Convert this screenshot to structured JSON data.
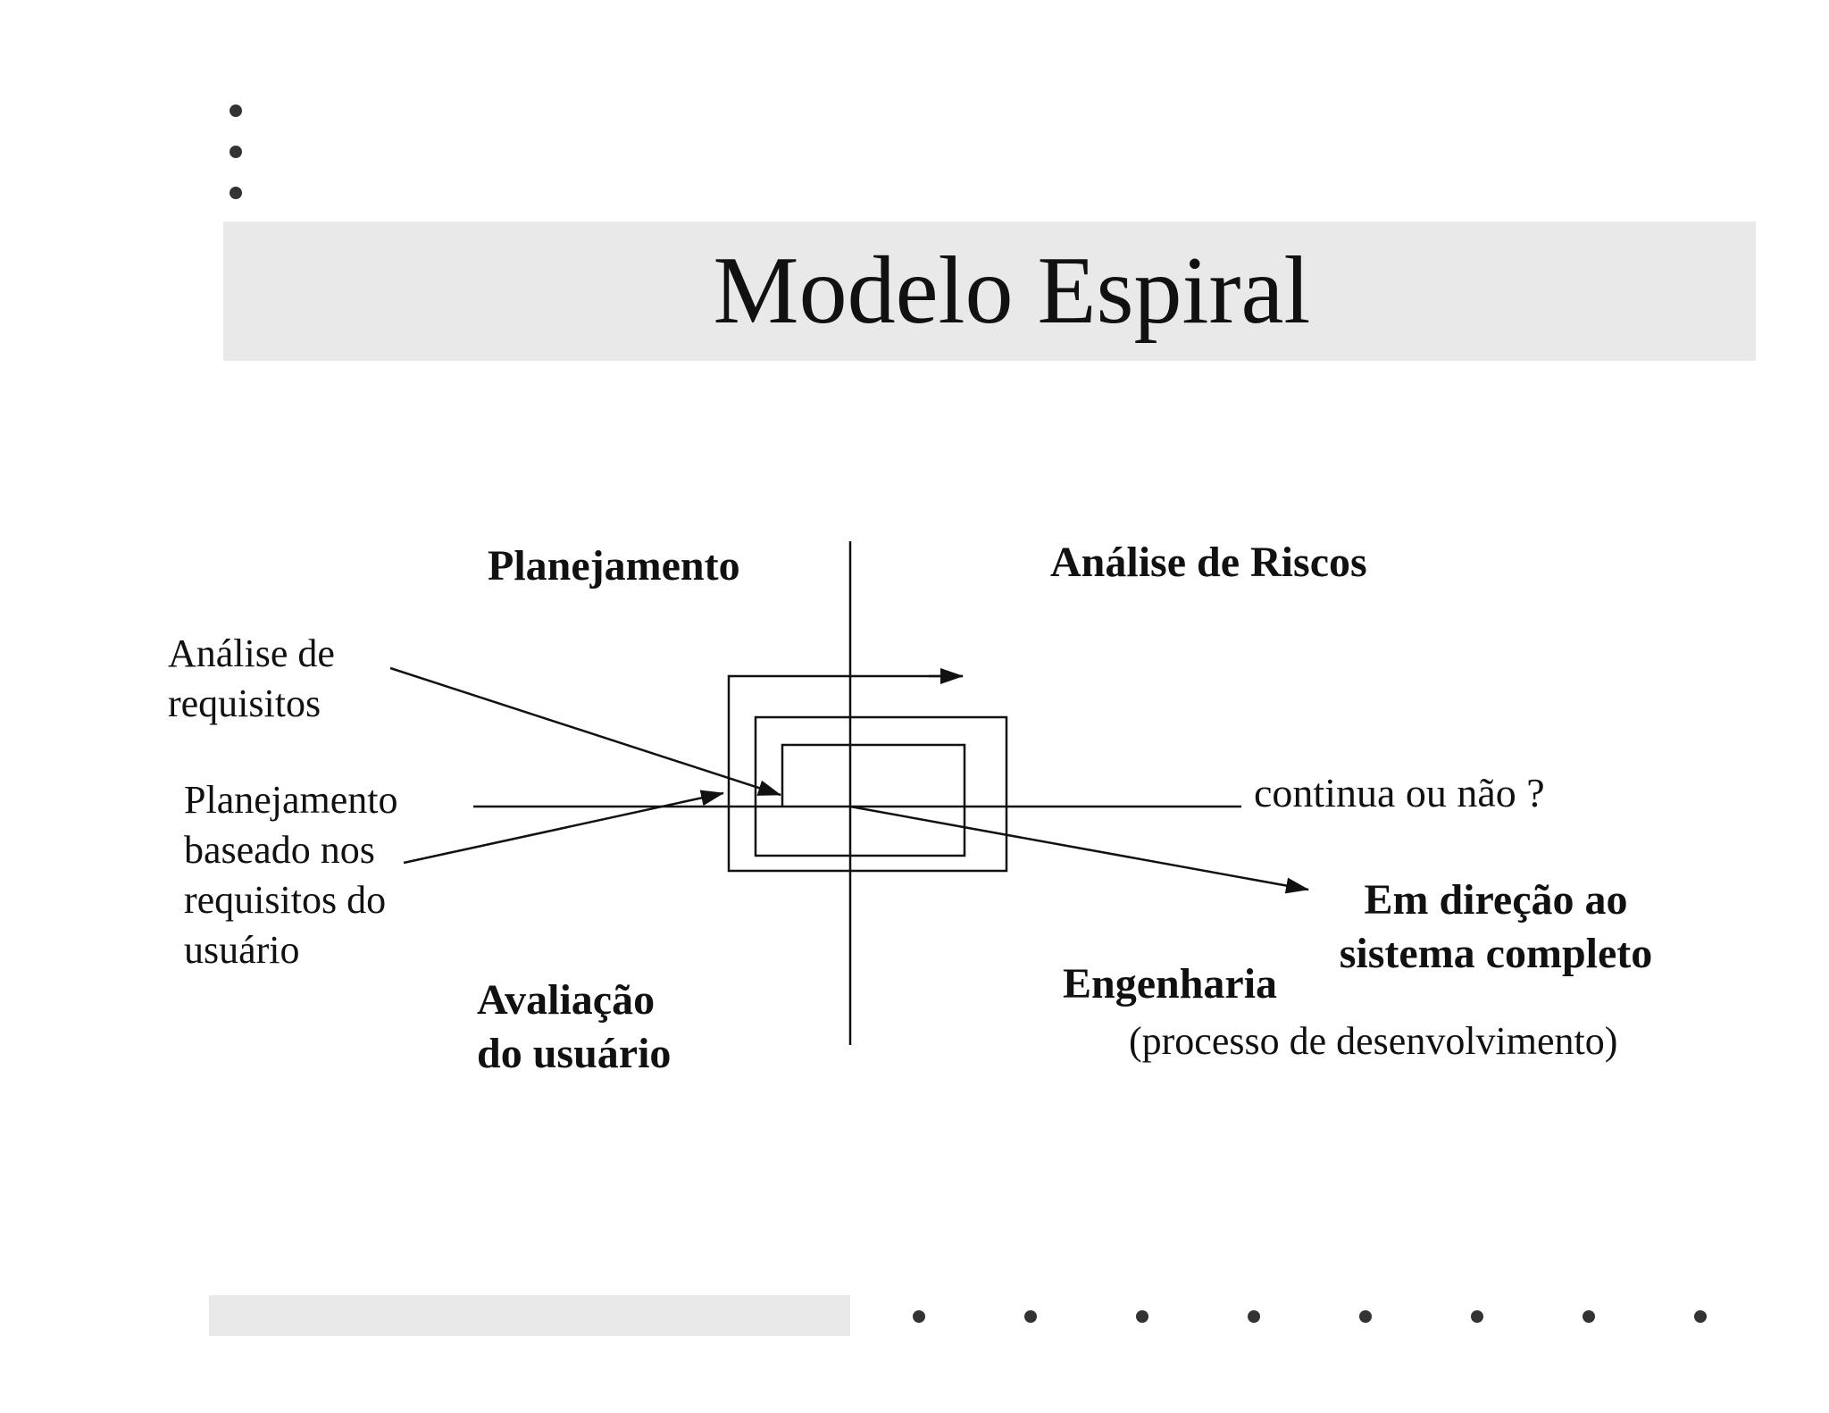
{
  "slide": {
    "title": "Modelo Espiral"
  },
  "diagram": {
    "quadrants": {
      "top_left": "Planejamento",
      "top_right": "Análise de Riscos",
      "bottom_left": "Avaliação\ndo usuário",
      "bottom_right": "Engenharia",
      "bottom_right_sub": "(processo de desenvolvimento)"
    },
    "annotations": {
      "requirements": "Análise de\nrequisitos",
      "planning": "Planejamento\nbaseado nos\nrequisitos do\nusuário",
      "continue": "continua ou não ?",
      "direction": "Em direção ao\nsistema completo"
    }
  },
  "colors": {
    "band": "#e9e9e9",
    "ink": "#111111",
    "dots": "#333333"
  }
}
